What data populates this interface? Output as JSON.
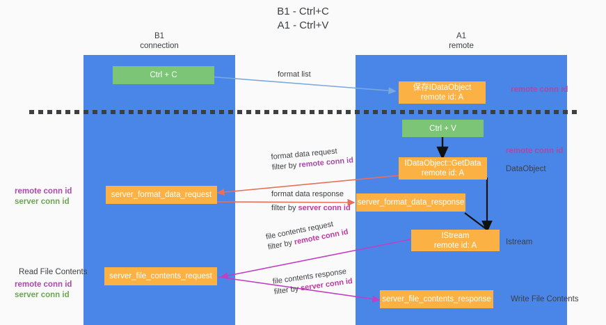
{
  "title": {
    "line1": "B1 - Ctrl+C",
    "line2": "A1 - Ctrl+V"
  },
  "columns": [
    {
      "id": "b1",
      "name": "B1",
      "role": "connection"
    },
    {
      "id": "a1",
      "name": "A1",
      "role": "remote"
    }
  ],
  "boxes": {
    "ctrl_c": {
      "label": "Ctrl + C",
      "color": "#7cc576"
    },
    "ctrl_v": {
      "label": "Ctrl + V",
      "color": "#7cc576"
    },
    "save_dataobject": {
      "line1": "保存IDataObject",
      "line2": "remote id: A",
      "color": "#fbb143"
    },
    "getdata": {
      "line1": "IDataObject::GetData",
      "line2": "remote id: A",
      "color": "#fbb143"
    },
    "istream": {
      "line1": "IStream",
      "line2": "remote id: A",
      "color": "#fbb143"
    },
    "server_format_data_request": {
      "label": "server_format_data_request",
      "color": "#fbb143"
    },
    "server_format_data_response": {
      "label": "server_format_data_response",
      "color": "#fbb143"
    },
    "server_file_contents_request": {
      "label": "server_file_contents_request",
      "color": "#fbb143"
    },
    "server_file_contents_response": {
      "label": "server_file_contents_response",
      "color": "#fbb143"
    }
  },
  "edges": [
    {
      "id": "format-list",
      "label": "format list",
      "color": "#7aa9dd"
    },
    {
      "id": "format-data-request",
      "label": "format data request",
      "filter_prefix": "filter by ",
      "filter_tag": "remote conn id",
      "color": "#e8705a"
    },
    {
      "id": "format-data-response",
      "label": "format data response",
      "filter_prefix": "filter by ",
      "filter_tag": "server conn id",
      "color": "#e8705a"
    },
    {
      "id": "file-contents-request",
      "label": "file contents request",
      "filter_prefix": "filter by ",
      "filter_tag": "remote conn id",
      "color": "#c23ec2"
    },
    {
      "id": "file-contents-response",
      "label": "file contents response",
      "filter_prefix": "filter by ",
      "filter_tag": "server conn id",
      "color": "#c23ec2"
    }
  ],
  "annotations": {
    "right_remote_conn_top": "remote conn id",
    "right_remote_conn_mid": "remote conn id",
    "right_dataobject": "DataObject",
    "right_istream": "Istream",
    "right_write_file_contents": "Write File Contents",
    "left_mid_remote": "remote conn id",
    "left_mid_server": "server conn id",
    "left_read_file_contents": "Read File Contents",
    "left_bottom_remote": "remote conn id",
    "left_bottom_server": "server conn id"
  },
  "colors": {
    "column": "#4a86e8",
    "green": "#7cc576",
    "orange": "#fbb143",
    "purple": "#a64ca6",
    "magenta": "#c0399f",
    "green_text": "#6aa84f",
    "background": "#fafafa"
  }
}
